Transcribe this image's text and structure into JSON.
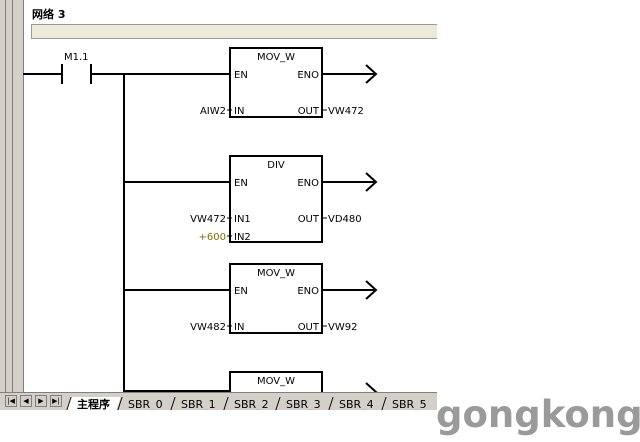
{
  "network": {
    "title": "网络 3"
  },
  "contact": {
    "label": "M1.1"
  },
  "blocks": [
    {
      "name": "MOV_W",
      "en": "EN",
      "eno": "ENO",
      "inputs": [
        {
          "pin": "IN",
          "operand": "AIW2"
        }
      ],
      "outputs": [
        {
          "pin": "OUT",
          "operand": "VW472"
        }
      ]
    },
    {
      "name": "DIV",
      "en": "EN",
      "eno": "ENO",
      "inputs": [
        {
          "pin": "IN1",
          "operand": "VW472"
        },
        {
          "pin": "IN2",
          "operand": "+600",
          "constant": true
        }
      ],
      "outputs": [
        {
          "pin": "OUT",
          "operand": "VD480"
        }
      ]
    },
    {
      "name": "MOV_W",
      "en": "EN",
      "eno": "ENO",
      "inputs": [
        {
          "pin": "IN",
          "operand": "VW482"
        }
      ],
      "outputs": [
        {
          "pin": "OUT",
          "operand": "VW92"
        }
      ]
    },
    {
      "name": "MOV_W",
      "en": "",
      "eno": "",
      "inputs": [],
      "outputs": []
    }
  ],
  "tabbar": {
    "nav": [
      "first",
      "prev",
      "next",
      "last"
    ],
    "tabs": [
      {
        "label": "主程序",
        "active": true
      },
      {
        "label": "SBR_0"
      },
      {
        "label": "SBR_1"
      },
      {
        "label": "SBR_2"
      },
      {
        "label": "SBR_3"
      },
      {
        "label": "SBR_4"
      },
      {
        "label": "SBR_5"
      }
    ]
  },
  "watermark": {
    "text": "gongkong"
  },
  "colors": {
    "constant": "#8a6d00",
    "wire": "#000000",
    "watermark": "#9a9a9a"
  }
}
